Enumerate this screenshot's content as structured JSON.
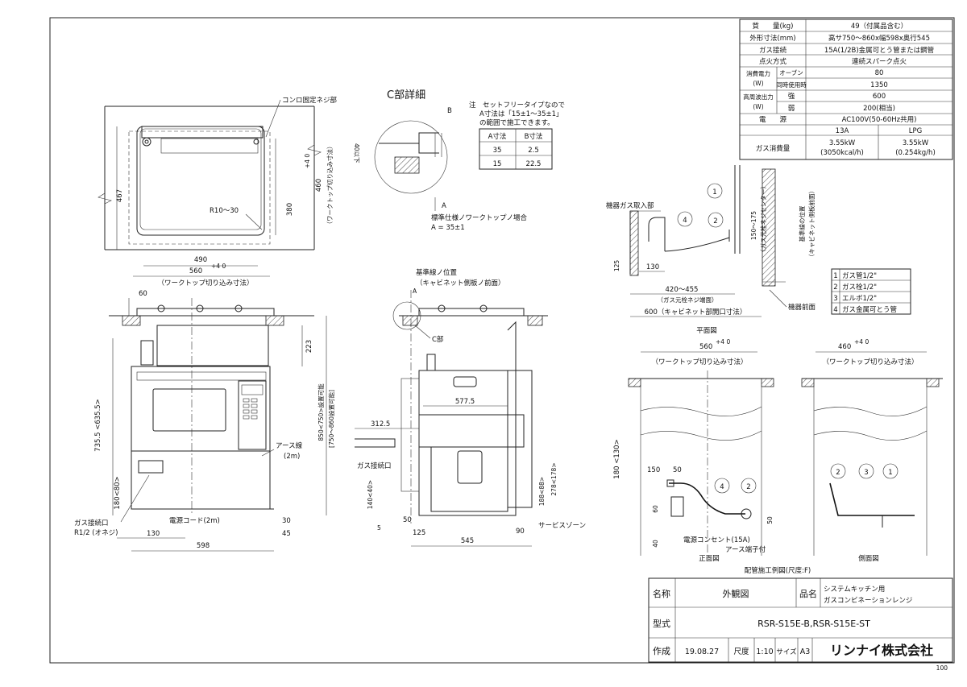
{
  "spec_table": {
    "rows": [
      {
        "label": "質　　量(kg)",
        "value": "49（付属品含む）"
      },
      {
        "label": "外形寸法(mm)",
        "value": "高サ750～860x幅598x奥行545"
      },
      {
        "label": "ガス接続",
        "value": "15A(1/2B)金属可とう管または鋼管"
      },
      {
        "label": "点火方式",
        "value": "連続スパーク点火"
      }
    ],
    "power_label": "消費電力",
    "power_unit": "(W)",
    "oven_label": "オーブン",
    "oven_value": "80",
    "simul_label": "同時使用時",
    "simul_value": "1350",
    "hf_label": "高周波出力",
    "hf_unit": "(W)",
    "strong_label": "強",
    "strong_value": "600",
    "weak_label": "弱",
    "weak_value": "200(相当)",
    "power_src_label": "電　　源",
    "power_src_value": "AC100V(50-60Hz共用)",
    "gas13": "13A",
    "lpg": "LPG",
    "gas_consumption_label": "ガス消費量",
    "gas13_value1": "3.55kW",
    "gas13_value2": "(3050kcal/h)",
    "lpg_value1": "3.55kW",
    "lpg_value2": "(0.254kg/h)"
  },
  "top_view": {
    "label_screw": "コンロ固定ネジ部",
    "dim_467": "467",
    "dim_380": "380",
    "dim_460": "460",
    "dim_460_tol": "+4 0",
    "cut_note": "（ワークトップ切り込み寸法）",
    "radius": "R10～30",
    "dim_490": "490",
    "dim_560": "560",
    "dim_560_tol": "+4 0",
    "cut_note2": "（ワークトップ切り込み寸法）"
  },
  "c_detail": {
    "title": "C部詳細",
    "b_label": "B",
    "a_label": "A",
    "dim_40": "40以下",
    "note_line1": "注　セットフリータイプなので",
    "note_line2": "A寸法は「15±1～35±1」",
    "note_line3": "の範囲で施工できます。",
    "col_a": "A寸法",
    "col_b": "B寸法",
    "rows": [
      [
        "35",
        "2.5"
      ],
      [
        "15",
        "22.5"
      ]
    ],
    "std_note1": "標準仕様ノワークトップノ場合",
    "std_note2": "A = 35±1"
  },
  "front_view": {
    "dim_60": "60",
    "dim_223": "223",
    "dim_735": "735.5 <635.5>",
    "dim_850": "850<750>設置可能",
    "dim_750_860": "[750～860設置可能]",
    "earth_label": "アース線",
    "earth_len": "(2m)",
    "dim_180": "180<80>",
    "gas_conn1": "ガス接続口",
    "gas_conn2": "R1/2 (オネジ)",
    "power_cord": "電源コード(2m)",
    "dim_30": "30",
    "dim_130": "130",
    "dim_45": "45",
    "dim_598": "598"
  },
  "side_view": {
    "ref_line1": "基準線ノ位置",
    "ref_line2": "（キャビネット側板ノ前面）",
    "c_label": "C部",
    "dim_577": "577.5",
    "dim_312": "312.5",
    "gas_conn": "ガス接続口",
    "dim_140": "140<40>",
    "dim_5": "5",
    "dim_50": "50",
    "dim_125": "125",
    "dim_278": "278<178>",
    "dim_188": "188<88>",
    "dim_90": "90",
    "service": "サービスゾーン",
    "dim_545": "545",
    "a_mark": "A"
  },
  "plan_view": {
    "intake": "機器ガス取入部",
    "dim_125": "125",
    "dim_130": "130",
    "dim_420": "420～455",
    "note_center": "（ガス元栓ネジ端面）",
    "dim_600": "600（キャビネット部開口寸法）",
    "dim_150": "150～175",
    "center_note": "（ガス元栓ネジセンター）",
    "ref_note1": "基準線の位置",
    "ref_note2": "（キャビネット側板前面）",
    "front_label": "機器前面",
    "title": "平面図",
    "balloons": [
      "1",
      "2",
      "4"
    ]
  },
  "legend": [
    {
      "num": "1",
      "text": "ガス管1/2\""
    },
    {
      "num": "2",
      "text": "ガス栓1/2\""
    },
    {
      "num": "3",
      "text": "エルボ1/2\""
    },
    {
      "num": "4",
      "text": "ガス金属可とう管"
    }
  ],
  "install": {
    "dim_560": "560",
    "tol_560": "+4 0",
    "cut_note": "（ワークトップ切り込み寸法）",
    "dim_460": "460",
    "tol_460": "+4 0",
    "cut_note2": "（ワークトップ切り込み寸法）",
    "dim_180": "180 <130>",
    "dim_150": "150",
    "dim_50": "50",
    "dim_60": "60",
    "dim_40": "40",
    "dim_50b": "50",
    "outlet": "電源コンセント(15A)",
    "earth_term": "アース端子付",
    "front_title": "正面図",
    "side_title": "側面図",
    "caption": "配管施工例図(尺度:F)",
    "front_balloons": [
      "4",
      "2"
    ],
    "side_balloons": [
      "2",
      "3",
      "1"
    ]
  },
  "title_block": {
    "name_label": "名称",
    "name_value": "外観図",
    "product_label": "品名",
    "product_line1": "システムキッチン用",
    "product_line2": "ガスコンビネーションレンジ",
    "model_label": "型式",
    "model_value": "RSR-S15E-B,RSR-S15E-ST",
    "made_label": "作成",
    "date": "19.08.27",
    "scale_label": "尺度",
    "scale_value": "1:10",
    "size_label": "サイズ",
    "size_value": "A3",
    "company": "リンナイ株式会社",
    "sheet_no": "100"
  }
}
